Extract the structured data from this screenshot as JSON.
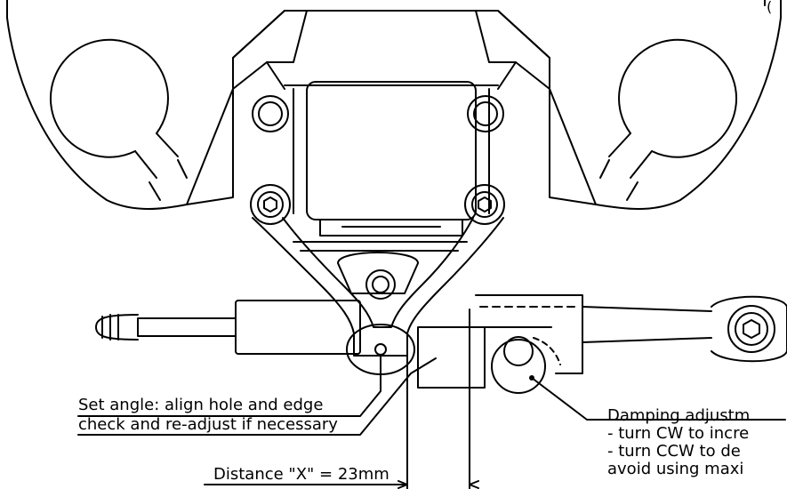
{
  "annotations": {
    "set_angle_line1": "Set angle: align hole and edge",
    "set_angle_line2": "check and re-adjust if necessary",
    "distance": "Distance \"X\" = 23mm",
    "damping_line1": "Damping adjustm",
    "damping_line2": "- turn CW to incre",
    "damping_line3": "- turn CCW to de",
    "damping_line4": "avoid using maxi",
    "corner_mark": "("
  },
  "colors": {
    "line": "#000000",
    "background": "#ffffff"
  }
}
